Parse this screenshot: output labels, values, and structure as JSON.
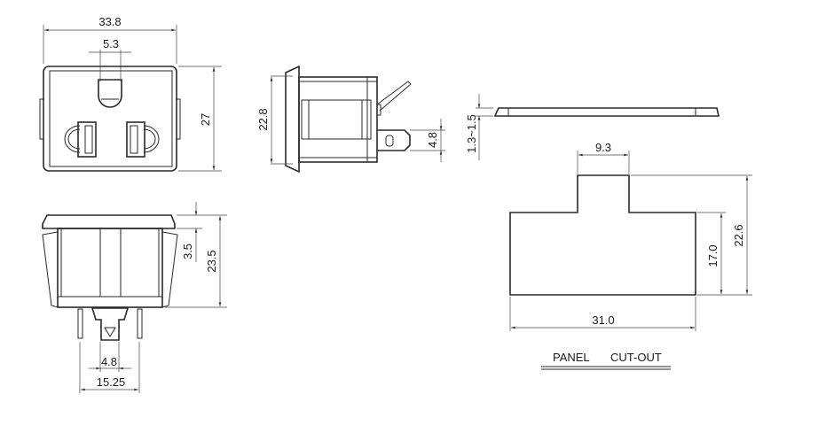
{
  "front_view": {
    "width_dim": "33.8",
    "ground_pin_dim": "5.3",
    "height_dim": "27"
  },
  "bottom_view": {
    "flange_dim": "3.5",
    "depth_dim": "23.5",
    "terminal_width_dim": "4.8",
    "pin_spacing_dim": "15.25"
  },
  "side_view": {
    "height_dim": "22.8",
    "terminal_dim": "4.8"
  },
  "panel_side": {
    "thickness_dim": "1.3~1.5"
  },
  "panel_cutout": {
    "tab_width_dim": "9.3",
    "total_height_dim": "22.6",
    "body_height_dim": "17.0",
    "width_dim": "31.0",
    "title_left": "PANEL",
    "title_right": "CUT-OUT"
  }
}
